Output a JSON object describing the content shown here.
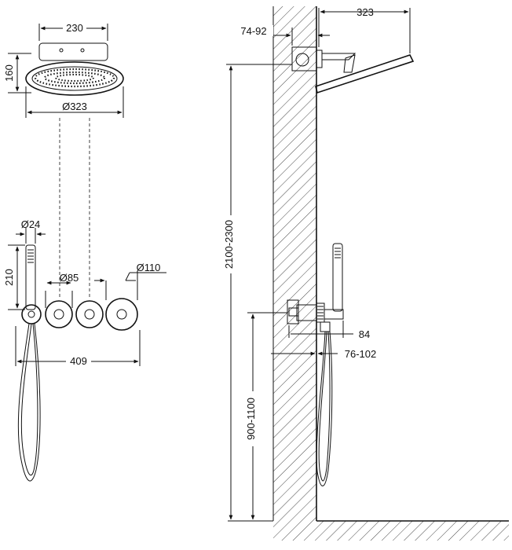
{
  "dimensions": {
    "head_width": "230",
    "head_height": "160",
    "head_diameter": "Ø323",
    "hand_shower_diameter": "Ø24",
    "hand_shower_height": "210",
    "valve_diameter": "Ø85",
    "plate_diameter": "Ø110",
    "total_width": "409",
    "arm_length": "323",
    "wall_recess": "74-92",
    "install_height": "2100-2300",
    "valve_projection": "84",
    "valve_recess": "76-102",
    "valve_height": "900-1100"
  },
  "colors": {
    "line": "#111111",
    "background": "#ffffff"
  }
}
